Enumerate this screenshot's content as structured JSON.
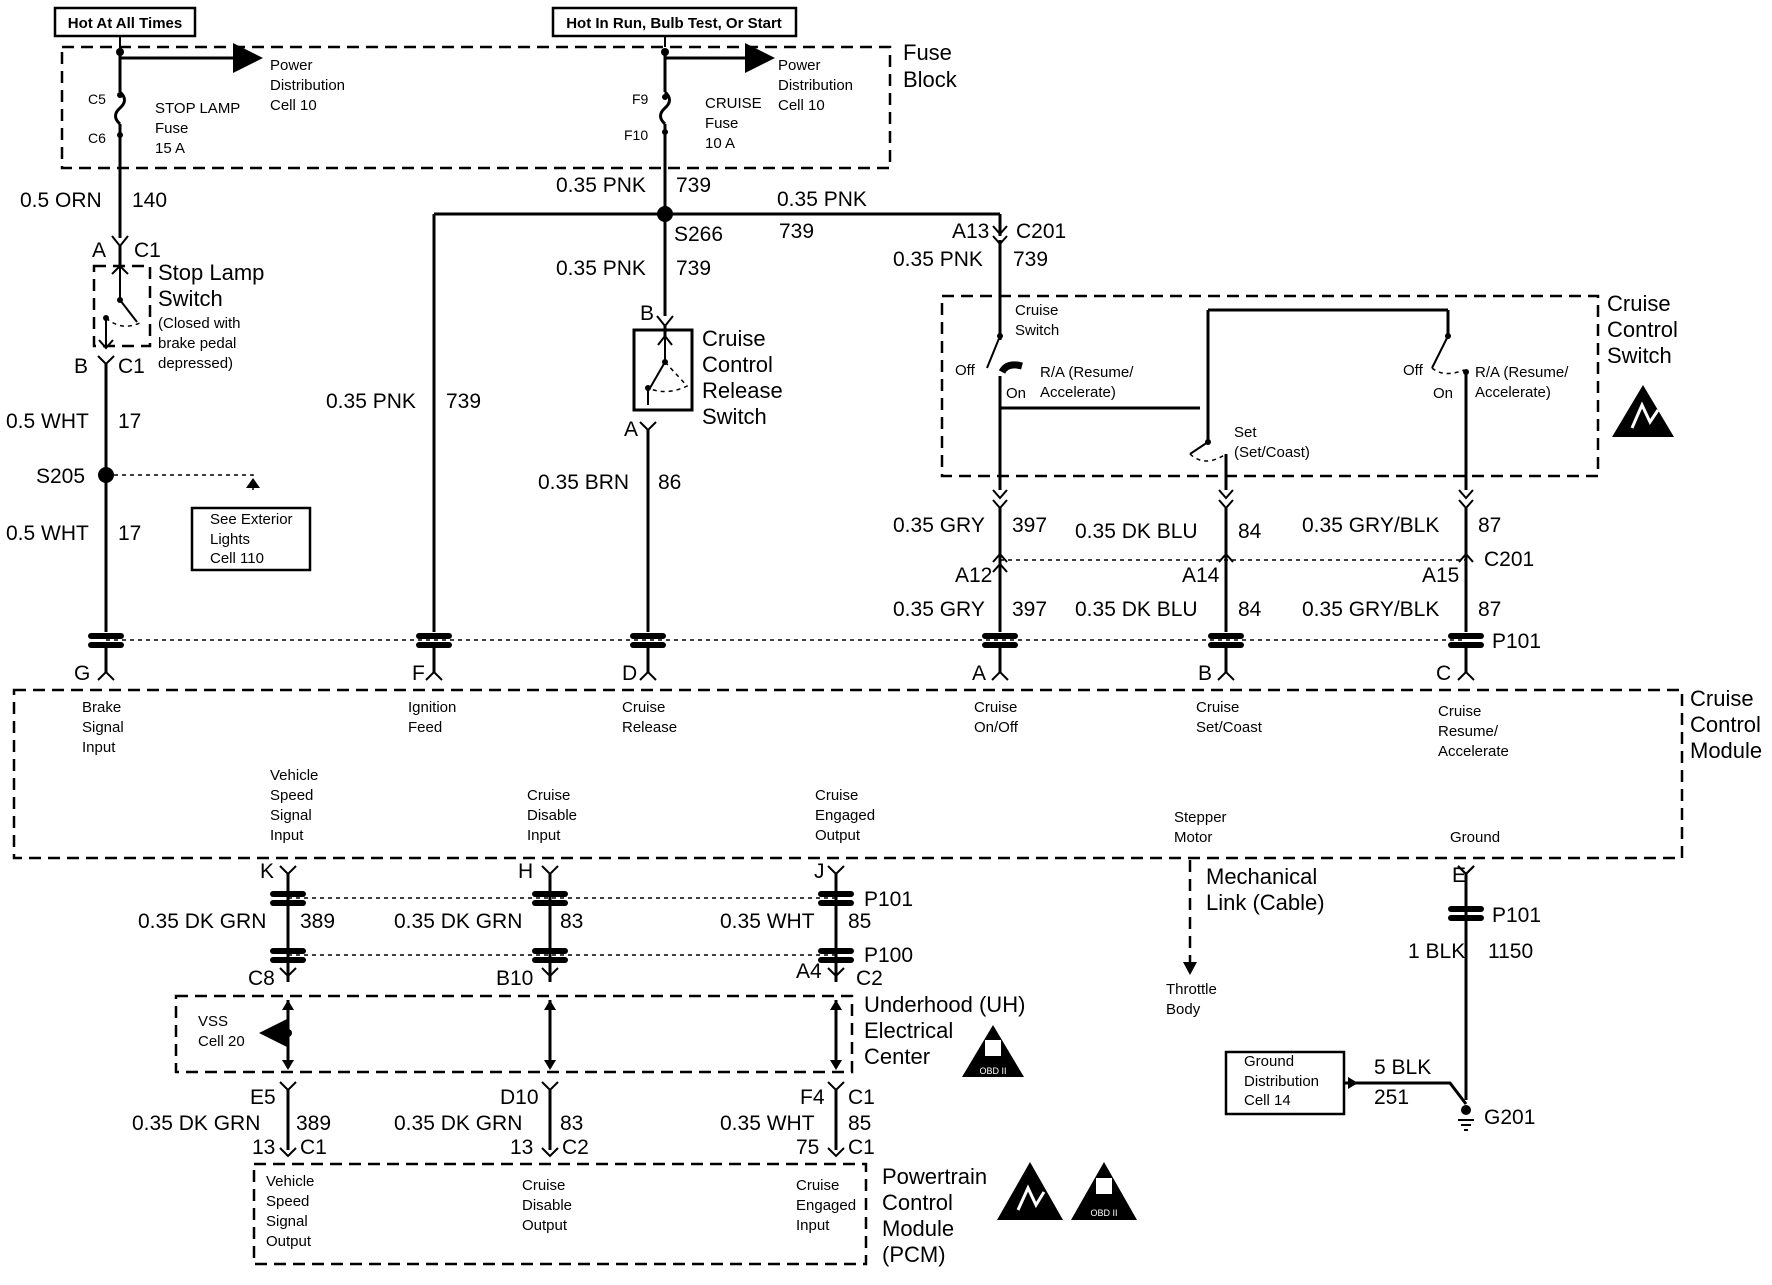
{
  "header_tags": {
    "hot_always": "Hot At All Times",
    "hot_run": "Hot In Run, Bulb Test, Or Start"
  },
  "fuse_block": {
    "label_1": "Fuse",
    "label_2": "Block",
    "left": {
      "pin_top": "C5",
      "pin_bottom": "C6",
      "name": "STOP LAMP",
      "fuse_word": "Fuse",
      "rating": "15 A"
    },
    "right": {
      "pin_top": "F9",
      "pin_bottom": "F10",
      "name": "CRUISE",
      "fuse_word": "Fuse",
      "rating": "10 A"
    },
    "pd_1": "Power",
    "pd_2": "Distribution",
    "pd_3": "Cell 10"
  },
  "wires": {
    "orn": "0.5 ORN",
    "orn_num": "140",
    "wht": "0.5 WHT",
    "wht_num": "17",
    "pnk": "0.35 PNK",
    "pnk_num": "739",
    "brn": "0.35 BRN",
    "brn_num": "86",
    "gry": "0.35 GRY",
    "gry_num": "397",
    "dkblu": "0.35 DK BLU",
    "dkblu_num": "84",
    "gryblk": "0.35 GRY/BLK",
    "gryblk_num": "87",
    "dkgrn": "0.35 DK GRN",
    "dkgrn_num_1": "389",
    "dkgrn_num_2": "83",
    "wht2": "0.35 WHT",
    "wht2_num": "85",
    "blk1": "1 BLK",
    "blk1_num": "1150",
    "blk5": "5 BLK",
    "blk5_num": "251"
  },
  "splices": {
    "s266": "S266",
    "s205": "S205"
  },
  "stop_lamp_switch": {
    "pin_a": "A",
    "pin_b": "B",
    "conn": "C1",
    "title_1": "Stop Lamp",
    "title_2": "Switch",
    "note_1": "(Closed with",
    "note_2": "brake pedal",
    "note_3": "depressed)"
  },
  "see_exterior": {
    "l1": "See Exterior",
    "l2": "Lights",
    "l3": "Cell 110"
  },
  "release_switch": {
    "pin_b": "B",
    "pin_a": "A",
    "l1": "Cruise",
    "l2": "Control",
    "l3": "Release",
    "l4": "Switch"
  },
  "cruise_switch": {
    "title_1": "Cruise",
    "title_2": "Control",
    "title_3": "Switch",
    "sw_1": "Cruise",
    "sw_2": "Switch",
    "off": "Off",
    "on": "On",
    "ra_1": "R/A (Resume/",
    "ra_2": "Accelerate)",
    "set_1": "Set",
    "set_2": "(Set/Coast)"
  },
  "c201": {
    "name": "C201",
    "a13": "A13",
    "a12": "A12",
    "a14": "A14",
    "a15": "A15"
  },
  "p101": "P101",
  "p100": "P100",
  "module_pins": {
    "g": "G",
    "f": "F",
    "d": "D",
    "a": "A",
    "b": "B",
    "c": "C",
    "k": "K",
    "h": "H",
    "j": "J",
    "e": "E"
  },
  "module": {
    "title_1": "Cruise",
    "title_2": "Control",
    "title_3": "Module",
    "brake": [
      "Brake",
      "Signal",
      "Input"
    ],
    "ign": [
      "Ignition",
      "Feed"
    ],
    "rel": [
      "Cruise",
      "Release"
    ],
    "onoff": [
      "Cruise",
      "On/Off"
    ],
    "setcoast": [
      "Cruise",
      "Set/Coast"
    ],
    "resume": [
      "Cruise",
      "Resume/",
      "Accelerate"
    ],
    "vss": [
      "Vehicle",
      "Speed",
      "Signal",
      "Input"
    ],
    "disable": [
      "Cruise",
      "Disable",
      "Input"
    ],
    "engaged": [
      "Cruise",
      "Engaged",
      "Output"
    ],
    "stepper": [
      "Stepper",
      "Motor"
    ],
    "ground": "Ground"
  },
  "mech_link": {
    "l1": "Mechanical",
    "l2": "Link (Cable)",
    "t1": "Throttle",
    "t2": "Body"
  },
  "uh": {
    "c8": "C8",
    "b10": "B10",
    "a4": "A4",
    "c2": "C2",
    "title_1": "Underhood (UH)",
    "title_2": "Electrical",
    "title_3": "Center",
    "vss_1": "VSS",
    "vss_2": "Cell 20",
    "e5": "E5",
    "d10": "D10",
    "f4": "F4",
    "c1": "C1"
  },
  "pcm": {
    "p13a": "13",
    "p13b": "13",
    "p75": "75",
    "c1": "C1",
    "c2": "C2",
    "vss": [
      "Vehicle",
      "Speed",
      "Signal",
      "Output"
    ],
    "disable": [
      "Cruise",
      "Disable",
      "Output"
    ],
    "engaged": [
      "Cruise",
      "Engaged",
      "Input"
    ],
    "title_1": "Powertrain",
    "title_2": "Control",
    "title_3": "Module",
    "title_4": "(PCM)"
  },
  "ground": {
    "g201": "G201",
    "l1": "Ground",
    "l2": "Distribution",
    "l3": "Cell 14"
  },
  "badges": {
    "obd": "OBD II"
  }
}
